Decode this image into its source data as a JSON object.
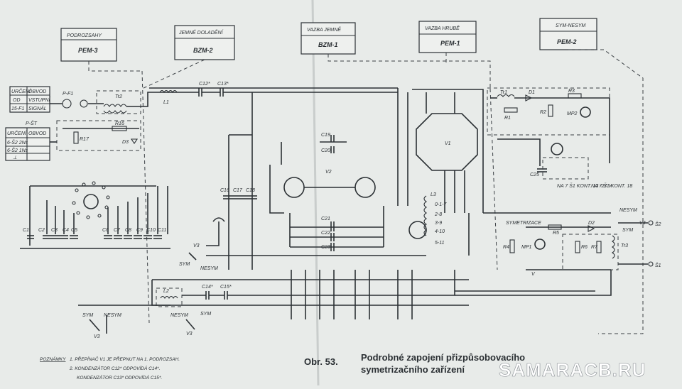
{
  "caption": {
    "number": "Obr. 53.",
    "line1": "Podrobné zapojení přizpůsobovacího",
    "line2": "symetrizačního zařízení"
  },
  "watermark": "SAMARACB.RU",
  "notes": {
    "title": "POZNÁMKY",
    "line1": "1. PŘEPÍNAČ V1 JE PŘEPNUT NA 1. PODROZSAH.",
    "line2": "2. KONDENZÁTOR C12* ODPOVÍDÁ C14*.",
    "line3": "KONDENZÁTOR C13* ODPOVÍDÁ C15*."
  },
  "blocks": [
    {
      "title": "PODROZSAHY",
      "name": "PEM-3"
    },
    {
      "title": "JEMNÉ DOLADĚNÍ",
      "name": "BZM-2"
    },
    {
      "title": "VAZBA JEMNĚ",
      "name": "BZM-1"
    },
    {
      "title": "VAZBA HRUBĚ",
      "name": "PEM-1"
    },
    {
      "title": "SYM-NESYM",
      "name": "PEM-2"
    }
  ],
  "tables": {
    "t1": {
      "c1": "URČENÍ",
      "c2": "OBVOD",
      "c3": "OD",
      "c4": "VSTUPNÍ",
      "c5": "15-F1",
      "c6": "SIGNÁL"
    },
    "t2": {
      "c1": "URČENÍ",
      "c2": "OBVOD",
      "c3": "6-Š2 2Ns",
      "c4": "6-Š2 1Ns",
      "c5": "⊥"
    }
  },
  "labels": {
    "pf1": "P-F1",
    "psf": "P-ŠT",
    "l1": "L1",
    "tr2": "Tr2",
    "r16": "R16",
    "r17": "R17",
    "d3": "D3",
    "c12": "C12*",
    "c13": "C13*",
    "c14": "C14*",
    "c15": "C15*",
    "l2": "L2",
    "l3": "L3",
    "v1": "V1",
    "v2": "V2",
    "v3": "V3",
    "c1": "C1",
    "c2": "C2",
    "c3": "C3",
    "c4": "C4",
    "c5": "C5",
    "c6": "C6",
    "c7": "C7",
    "c8": "C8",
    "c9": "C9",
    "c10": "C10",
    "c11": "C11",
    "c16": "C16",
    "c17": "C17",
    "c18": "C18",
    "c19": "C19",
    "c20": "C20",
    "c21": "C21",
    "c22": "C22",
    "c23": "C23",
    "tr1": "Tr1",
    "d1": "D1",
    "r1": "R1",
    "r2": "R2",
    "r3": "R3",
    "c25": "C25",
    "mp2": "MP2",
    "kont1": "NA 7 Š1 KONT. 13 -27 V",
    "kont2": "NA 7 Š1 KONT. 18",
    "symetrizace": "SYMETRIZACE",
    "mp1": "MP1",
    "r4": "R4",
    "r5": "R5",
    "r6": "R6",
    "r7": "R7",
    "d2": "D2",
    "tr3": "Tr3",
    "nesym": "NESYM",
    "sym": "SYM",
    "s1": "Š1",
    "s2": "Š2",
    "taps1": "0-1-7",
    "taps2": "2-8",
    "taps3": "3-9",
    "taps4": "4-10",
    "taps5": "5-11",
    "v": "V"
  }
}
